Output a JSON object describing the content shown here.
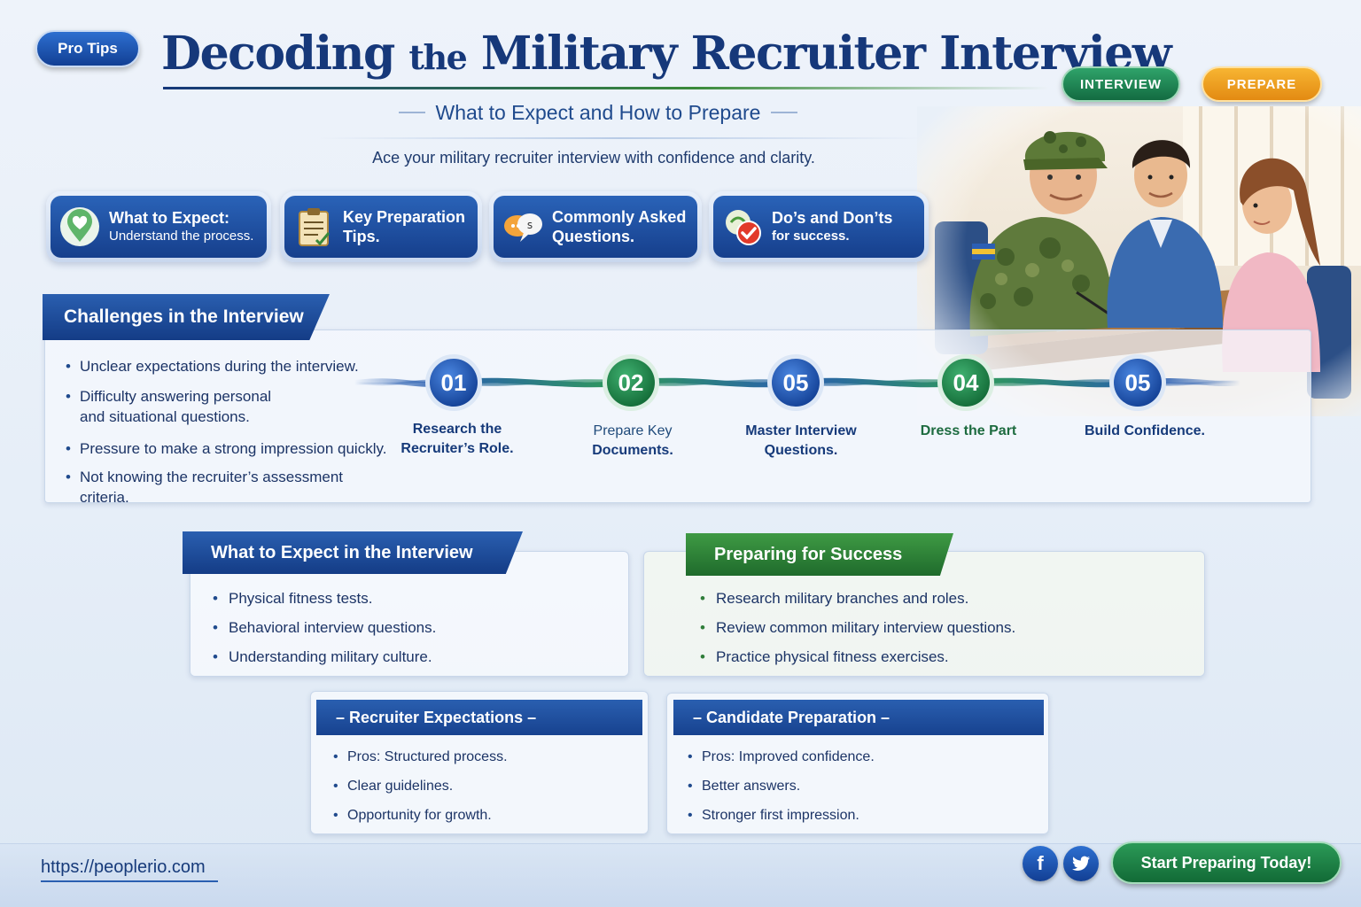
{
  "header": {
    "badge": "Pro Tips",
    "title_part1": "Decoding",
    "title_part2": "the",
    "title_part3": "Military Recruiter Interview",
    "subtitle": "What to Expect and How to Prepare",
    "tagline": "Ace your military recruiter interview with confidence and clarity.",
    "tags": [
      "INTERVIEW",
      "PREPARE"
    ]
  },
  "tiles": [
    {
      "title": "What to Expect:",
      "sub": "Understand the process.",
      "icon": "location-heart-icon"
    },
    {
      "title": "Key Preparation",
      "sub": "Tips.",
      "icon": "clipboard-icon"
    },
    {
      "title": "Commonly Asked",
      "sub": "Questions.",
      "icon": "speech-bubbles-icon"
    },
    {
      "title": "Do’s and Don’ts",
      "sub": "for success.",
      "icon": "checkmark-icon"
    }
  ],
  "challenges": {
    "title": "Challenges in the Interview",
    "items": [
      "Unclear expectations during the interview.",
      "Difficulty answering personal",
      "and situational questions.",
      "Pressure to make a strong impression quickly.",
      "Not knowing the recruiter’s assessment criteria."
    ]
  },
  "steps": [
    {
      "num": "01",
      "line1": "Research the",
      "line2": "Recruiter’s Role."
    },
    {
      "num": "02",
      "line1": "Prepare Key",
      "line2": "Documents."
    },
    {
      "num": "05",
      "line1": "Master Interview",
      "line2": "Questions."
    },
    {
      "num": "04",
      "line1": "Dress the Part",
      "line2": ""
    },
    {
      "num": "05",
      "line1": "Build Confidence.",
      "line2": ""
    }
  ],
  "expect": {
    "title": "What to Expect in the Interview",
    "items": [
      "Physical fitness tests.",
      "Behavioral interview questions.",
      "Understanding military culture."
    ]
  },
  "prep": {
    "title": "Preparing for Success",
    "items": [
      "Research military branches and roles.",
      "Review common military interview questions.",
      "Practice physical fitness exercises."
    ]
  },
  "recruiter": {
    "title": "– Recruiter Expectations –",
    "items": [
      "Pros: Structured process.",
      "Clear guidelines.",
      "Opportunity for growth."
    ]
  },
  "candidate": {
    "title": "– Candidate Preparation –",
    "items": [
      "Pros: Improved confidence.",
      "Better answers.",
      "Stronger first impression."
    ]
  },
  "footer": {
    "url": "https://peoplerio.com",
    "cta": "Start Preparing Today!",
    "social_facebook": "f",
    "social_twitter": "twitter-bird-icon"
  },
  "colors": {
    "navy": "#16387a",
    "blue": "#2a5fb0",
    "green": "#2f8a4a",
    "orange": "#f0a020"
  }
}
